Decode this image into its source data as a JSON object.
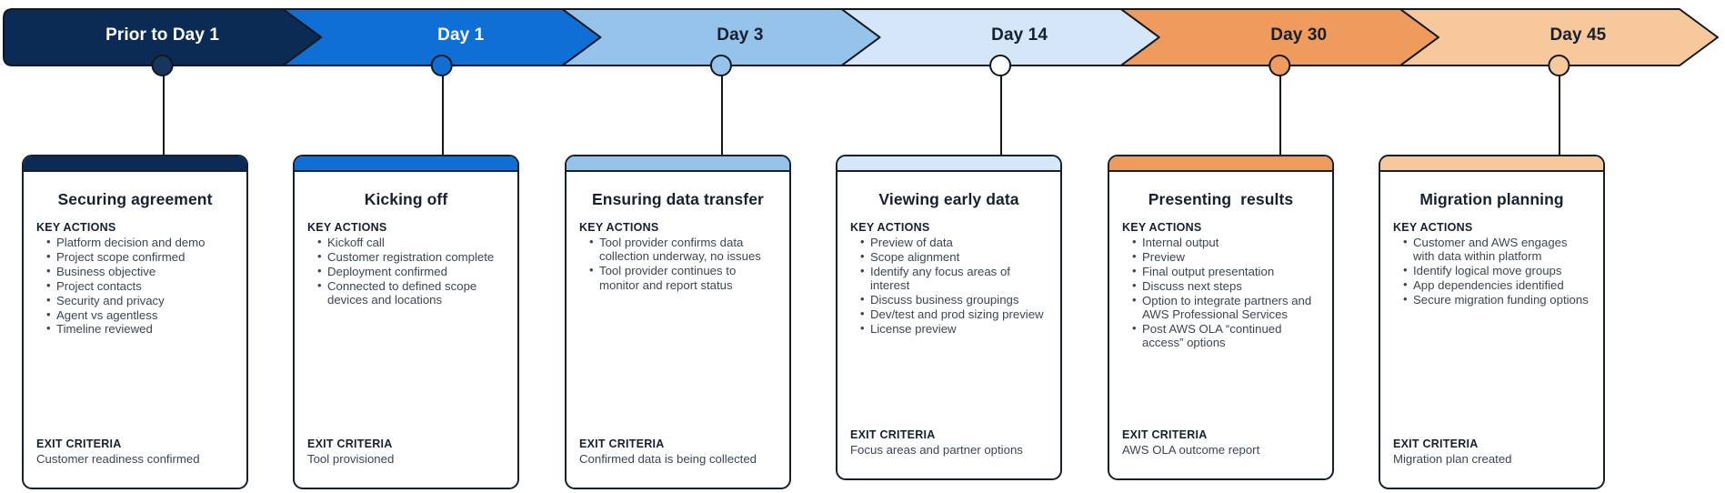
{
  "timeline": {
    "phases": [
      {
        "label": "Prior to Day 1",
        "fill": "#0b2b55",
        "text_color": "#ffffff",
        "marker": "#17365f"
      },
      {
        "label": "Day 1",
        "fill": "#0f6fd4",
        "text_color": "#ffffff",
        "marker": "#0f6fd4"
      },
      {
        "label": "Day 3",
        "fill": "#95c3ea",
        "text_color": "#16202e",
        "marker": "#95c3ea"
      },
      {
        "label": "Day 14",
        "fill": "#d4e6f7",
        "text_color": "#16202e",
        "marker": "#ffffff"
      },
      {
        "label": "Day 30",
        "fill": "#ef9b5e",
        "text_color": "#16202e",
        "marker": "#ef9b5e"
      },
      {
        "label": "Day 45",
        "fill": "#f7c89b",
        "text_color": "#16202e",
        "marker": "#f7c89b"
      }
    ],
    "outline_color": "#111820"
  },
  "labels": {
    "key_actions": "KEY ACTIONS",
    "exit_criteria": "EXIT CRITERIA"
  },
  "cards": [
    {
      "title": "Securing agreement",
      "accent": "#0b2b55",
      "key_actions": [
        "Platform decision and demo",
        "Project scope confirmed",
        "Business objective",
        "Project contacts",
        "Security and privacy",
        "Agent vs agentless",
        "Timeline reviewed"
      ],
      "exit_criteria": "Customer readiness confirmed"
    },
    {
      "title": "Kicking off",
      "accent": "#0f6fd4",
      "key_actions": [
        "Kickoff call",
        "Customer registration complete",
        "Deployment confirmed",
        "Connected to defined scope devices and locations"
      ],
      "exit_criteria": "Tool provisioned"
    },
    {
      "title": "Ensuring data transfer",
      "accent": "#95c3ea",
      "key_actions": [
        "Tool provider confirms data collection underway, no issues",
        "Tool provider continues to monitor and report status"
      ],
      "exit_criteria": "Confirmed data is being collected"
    },
    {
      "title": "Viewing early data",
      "accent": "#d4e6f7",
      "key_actions": [
        "Preview of data",
        "Scope alignment",
        "Identify any focus areas of interest",
        "Discuss business groupings",
        "Dev/test and prod sizing preview",
        "License preview"
      ],
      "exit_criteria": "Focus areas and partner options"
    },
    {
      "title": "Presenting  results",
      "accent": "#ef9b5e",
      "key_actions": [
        "Internal output",
        "Preview",
        "Final output presentation",
        "Discuss next steps",
        "Option to integrate partners and AWS Professional Services",
        "Post AWS OLA “continued access” options"
      ],
      "exit_criteria": "AWS OLA outcome report"
    },
    {
      "title": "Migration planning",
      "accent": "#f7c89b",
      "key_actions": [
        "Customer and AWS engages with data within platform",
        "Identify logical move groups",
        "App dependencies identified",
        "Secure migration funding options"
      ],
      "exit_criteria": "Migration plan created"
    }
  ]
}
